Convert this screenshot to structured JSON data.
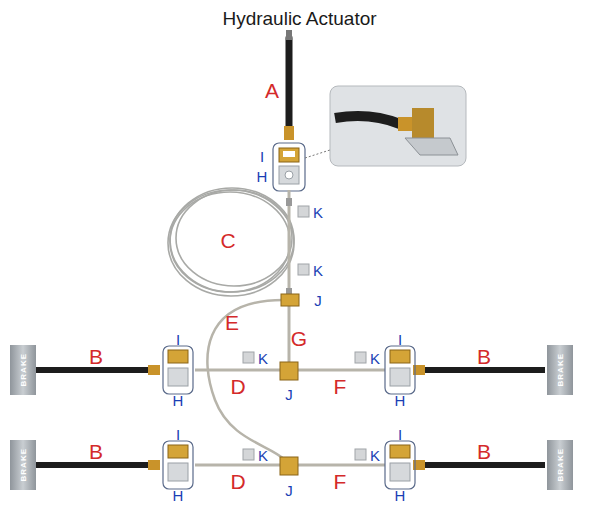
{
  "diagram": {
    "title": "Hydraulic Actuator",
    "nodes": [
      {
        "text": [
          "BRAKE"
        ]
      },
      {
        "text": [
          "BRAKE"
        ]
      },
      {
        "text": [
          "BRAKE"
        ]
      },
      {
        "text": [
          "BRAKE"
        ]
      }
    ],
    "labels": [
      "A",
      "I",
      "H",
      "K",
      "C",
      "K",
      "J",
      "E",
      "G",
      "I",
      "I",
      "B",
      "K",
      "K",
      "B",
      "D",
      "F",
      "H",
      "H",
      "J",
      "I",
      "I",
      "B",
      "K",
      "K",
      "B",
      "D",
      "F",
      "H",
      "H",
      "J"
    ]
  }
}
